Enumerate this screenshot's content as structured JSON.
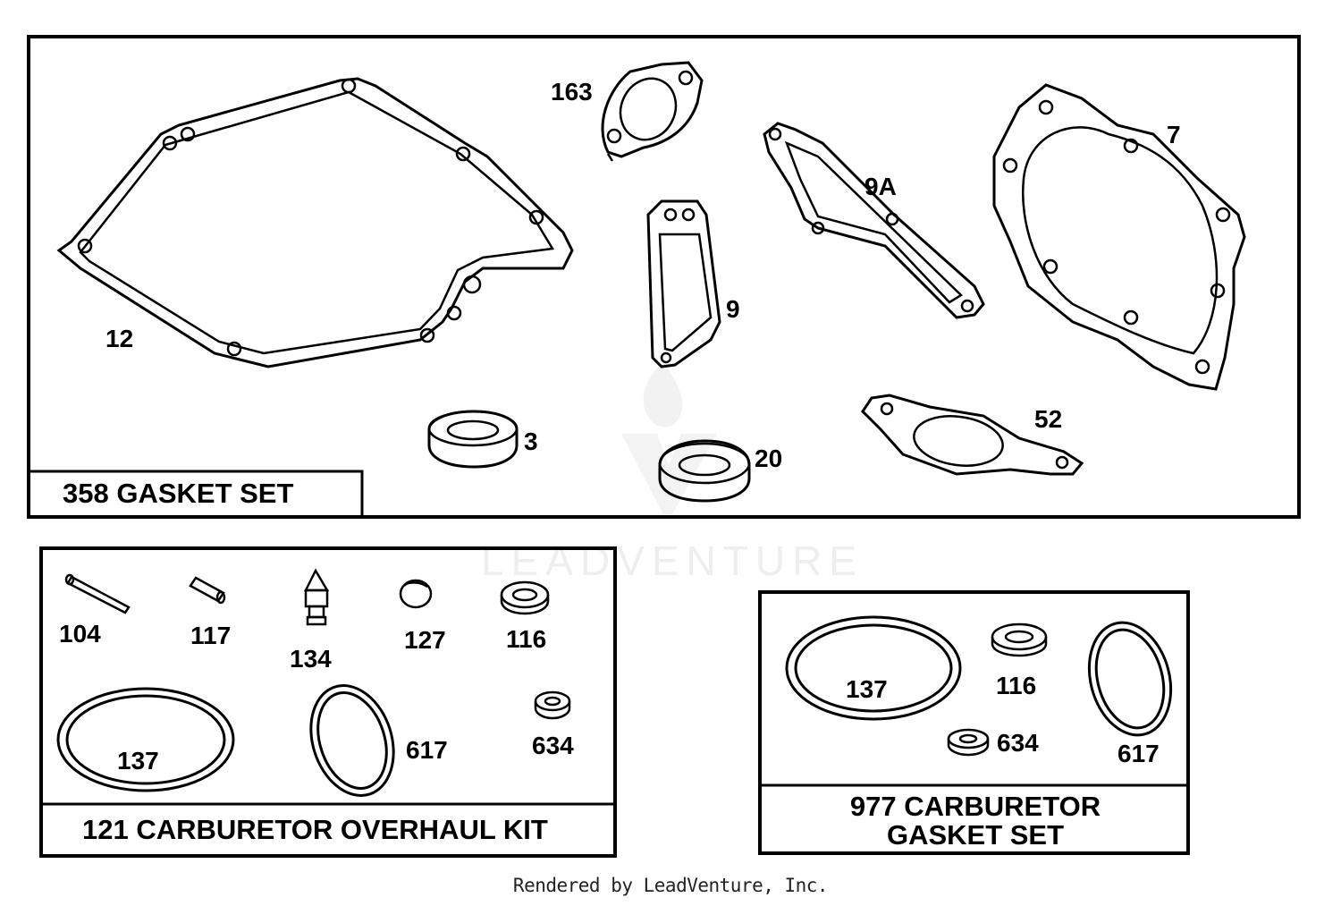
{
  "watermark": "LEADVENTURE",
  "footer": "Rendered by LeadVenture, Inc.",
  "kits": {
    "gasket_set": {
      "title": "358 GASKET SET",
      "parts": {
        "p12": "12",
        "p163": "163",
        "p9": "9",
        "p9a": "9A",
        "p7": "7",
        "p3": "3",
        "p20": "20",
        "p52": "52"
      }
    },
    "overhaul": {
      "title": "121 CARBURETOR OVERHAUL KIT",
      "parts": {
        "p104": "104",
        "p117": "117",
        "p134": "134",
        "p127": "127",
        "p116": "116",
        "p137": "137",
        "p617": "617",
        "p634": "634"
      }
    },
    "carb_gasket": {
      "title_line1": "977 CARBURETOR",
      "title_line2": "GASKET SET",
      "parts": {
        "p137": "137",
        "p116": "116",
        "p634": "634",
        "p617": "617"
      }
    }
  }
}
